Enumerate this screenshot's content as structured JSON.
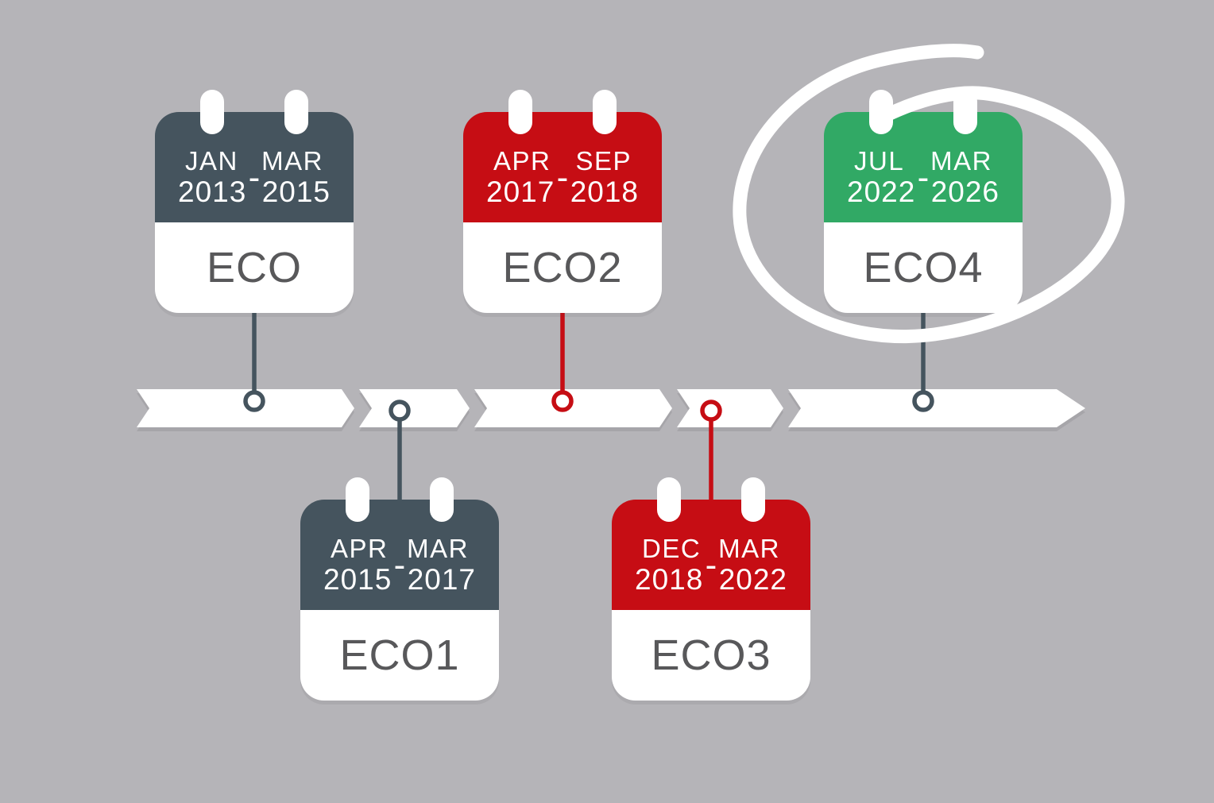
{
  "background": "#b5b4b8",
  "timeline": {
    "band_color": "#ffffff",
    "direction": "left-to-right",
    "segment_count": 5
  },
  "annotation": {
    "type": "hand-drawn-circle",
    "color": "#ffffff",
    "around_event": "ECO4"
  },
  "events": [
    {
      "id": "eco",
      "label": "ECO",
      "start_month": "JAN",
      "end_month": "MAR",
      "start_year": "2013",
      "end_year": "2015",
      "range_separator": "-",
      "header_color": "#45545e",
      "connector_color": "#45545e",
      "position": "above"
    },
    {
      "id": "eco1",
      "label": "ECO1",
      "start_month": "APR",
      "end_month": "MAR",
      "start_year": "2015",
      "end_year": "2017",
      "range_separator": "-",
      "header_color": "#45545e",
      "connector_color": "#45545e",
      "position": "below"
    },
    {
      "id": "eco2",
      "label": "ECO2",
      "start_month": "APR",
      "end_month": "SEP",
      "start_year": "2017",
      "end_year": "2018",
      "range_separator": "-",
      "header_color": "#c60d14",
      "connector_color": "#c60d14",
      "position": "above"
    },
    {
      "id": "eco3",
      "label": "ECO3",
      "start_month": "DEC",
      "end_month": "MAR",
      "start_year": "2018",
      "end_year": "2022",
      "range_separator": "-",
      "header_color": "#c60d14",
      "connector_color": "#c60d14",
      "position": "below"
    },
    {
      "id": "eco4",
      "label": "ECO4",
      "start_month": "JUL",
      "end_month": "MAR",
      "start_year": "2022",
      "end_year": "2026",
      "range_separator": "-",
      "header_color": "#31a965",
      "connector_color": "#45545e",
      "position": "above",
      "highlighted": true
    }
  ]
}
